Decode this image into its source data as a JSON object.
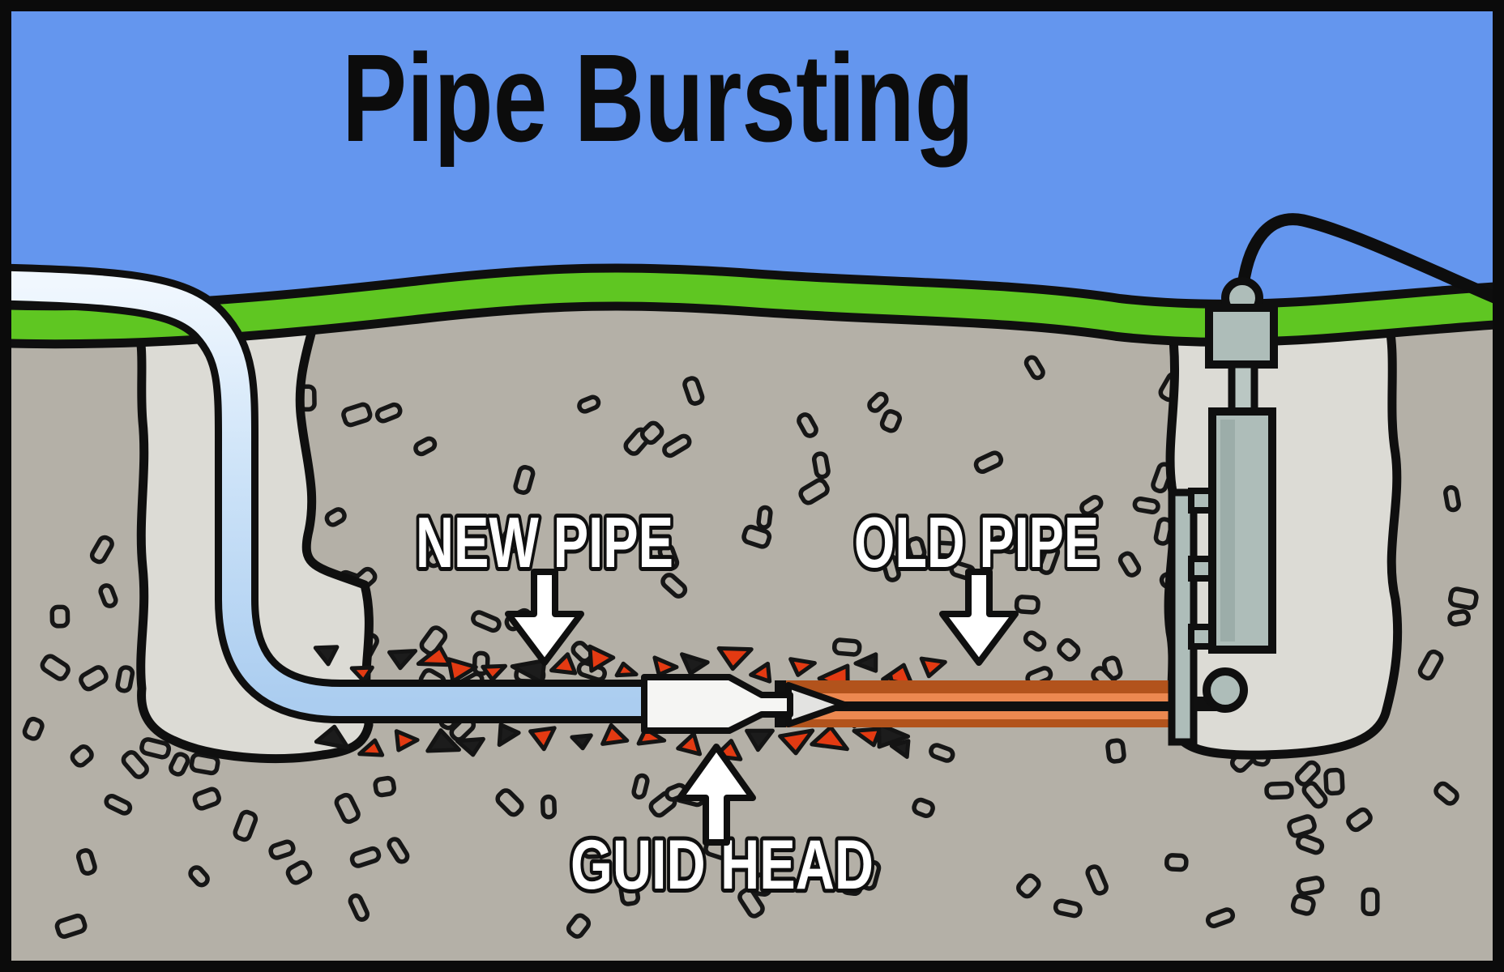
{
  "title": "Pipe Bursting",
  "labels": {
    "new_pipe": {
      "text": "NEW PIPE",
      "arrow": "down"
    },
    "old_pipe": {
      "text": "OLD PIPE",
      "arrow": "down"
    },
    "guide_head": {
      "text": "GUID HEAD",
      "arrow": "up"
    }
  },
  "colors": {
    "sky": "#6496ee",
    "grass": "#5fc622",
    "soil": "#b4b0a7",
    "pit": "#dcdbd5",
    "outline": "#0f0f0f",
    "new_pipe_light": "#eef6fe",
    "new_pipe_blue": "#abcdf0",
    "head_white": "#f5f5f3",
    "head_cone": "#e3e3e1",
    "old_pipe_dark": "#b2531c",
    "old_pipe_light": "#ec8850",
    "fragment_red": "#e33a12",
    "machine_gray": "#aebdb9",
    "title": "#0c0c0c"
  }
}
